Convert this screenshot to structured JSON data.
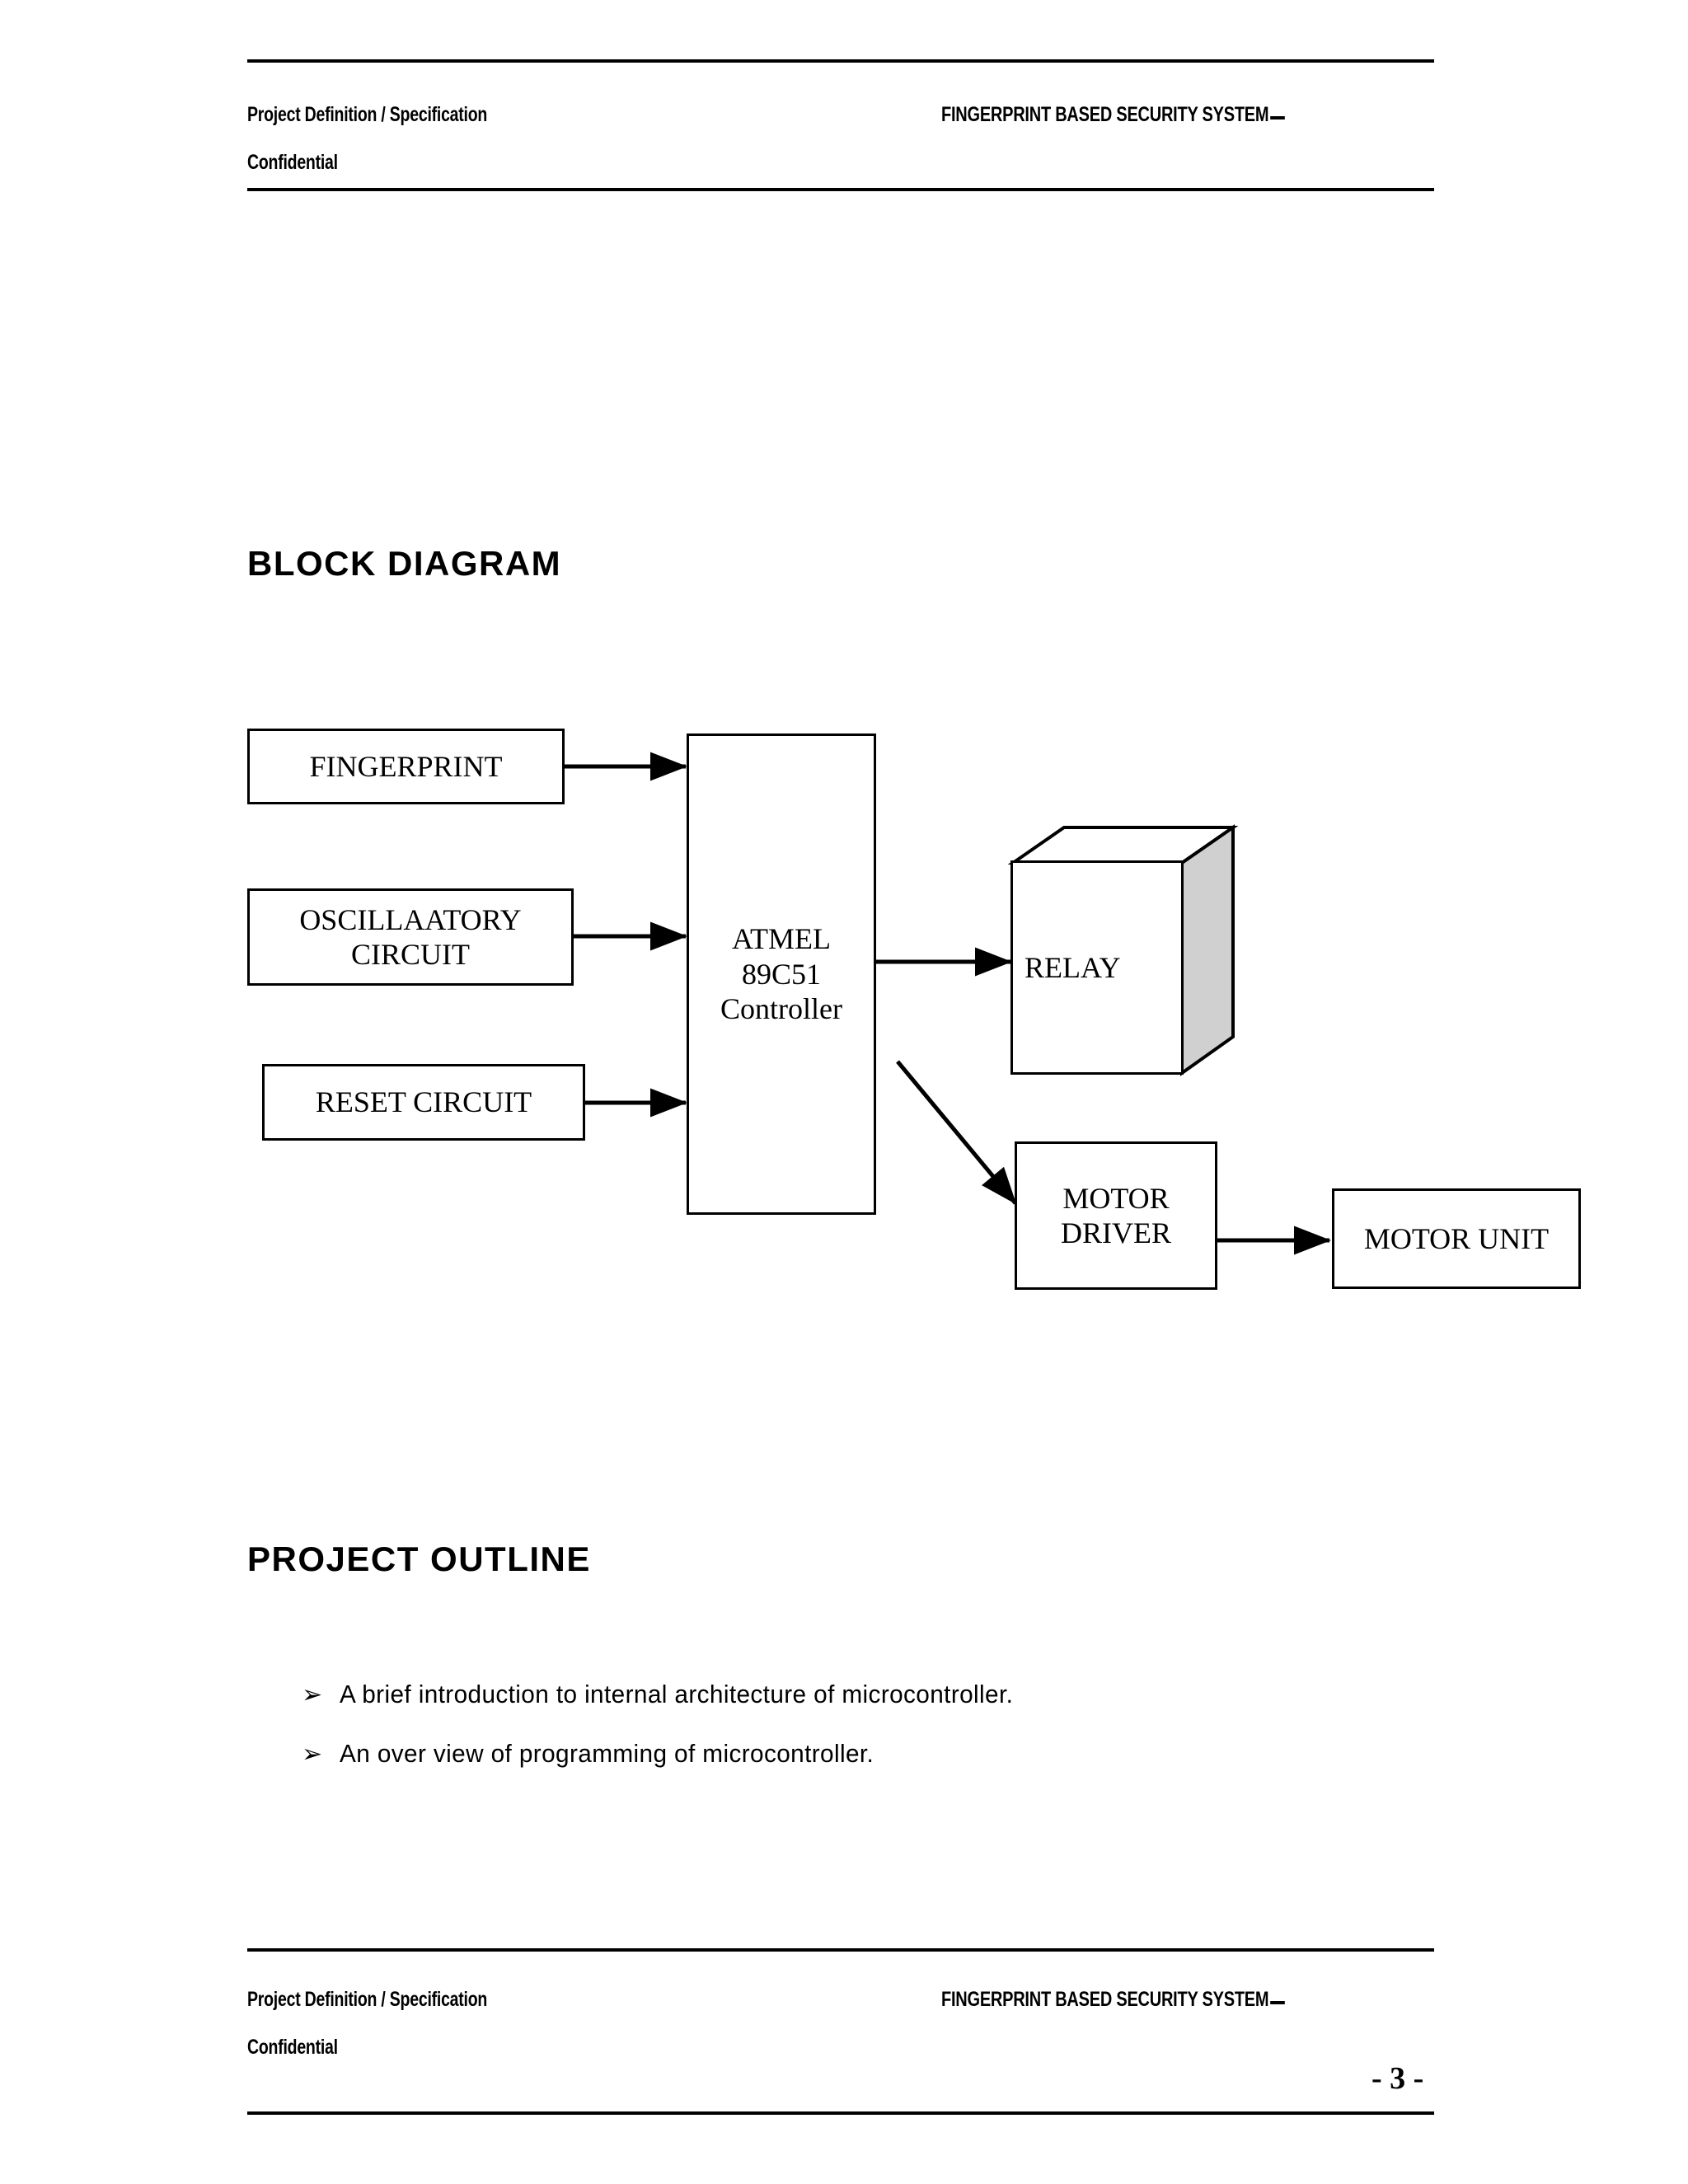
{
  "document": {
    "page_number_label": "- 3 -"
  },
  "header": {
    "left_line1": "Project Definition / Specification",
    "left_line2": "Confidential",
    "right_title": "FINGERPRINT BASED SECURITY SYSTEM"
  },
  "footer": {
    "left_line1": "Project Definition / Specification",
    "left_line2": "Confidential",
    "right_title": "FINGERPRINT BASED SECURITY SYSTEM"
  },
  "sections": {
    "block_diagram_heading": "BLOCK DIAGRAM",
    "project_outline_heading": "PROJECT OUTLINE"
  },
  "diagram": {
    "blocks": [
      {
        "id": "fingerprint",
        "label": "FINGERPRINT"
      },
      {
        "id": "oscillatory",
        "label": "OSCILLAATORY\nCIRCUIT"
      },
      {
        "id": "reset",
        "label": "RESET CIRCUIT"
      },
      {
        "id": "controller",
        "label": "ATMEL\n89C51\nController"
      },
      {
        "id": "relay",
        "label": "RELAY"
      },
      {
        "id": "motor_driver",
        "label": "MOTOR\nDRIVER"
      },
      {
        "id": "motor_unit",
        "label": "MOTOR UNIT"
      }
    ],
    "block_labels": {
      "fingerprint": "FINGERPRINT",
      "oscillatory_line1": "OSCILLAATORY",
      "oscillatory_line2": "CIRCUIT",
      "reset": "RESET CIRCUIT",
      "controller_line1": "ATMEL",
      "controller_line2": "89C51",
      "controller_line3": "Controller",
      "relay": "RELAY",
      "motor_driver_line1": "MOTOR",
      "motor_driver_line2": "DRIVER",
      "motor_unit": "MOTOR UNIT"
    },
    "connections": [
      {
        "from": "fingerprint",
        "to": "controller",
        "style": "straight-arrow"
      },
      {
        "from": "oscillatory",
        "to": "controller",
        "style": "straight-arrow"
      },
      {
        "from": "reset",
        "to": "controller",
        "style": "straight-arrow"
      },
      {
        "from": "controller",
        "to": "relay",
        "style": "straight-arrow"
      },
      {
        "from": "controller",
        "to": "motor_driver",
        "style": "diagonal-arrow"
      },
      {
        "from": "motor_driver",
        "to": "motor_unit",
        "style": "straight-arrow"
      }
    ],
    "colors": {
      "stroke": "#000000",
      "fill": "#ffffff",
      "cube_side_fill": "#d0d0d0"
    }
  },
  "outline": {
    "bullet_glyph": "➢",
    "items": [
      "A brief introduction to internal architecture of microcontroller.",
      "An over view of programming of microcontroller."
    ]
  }
}
